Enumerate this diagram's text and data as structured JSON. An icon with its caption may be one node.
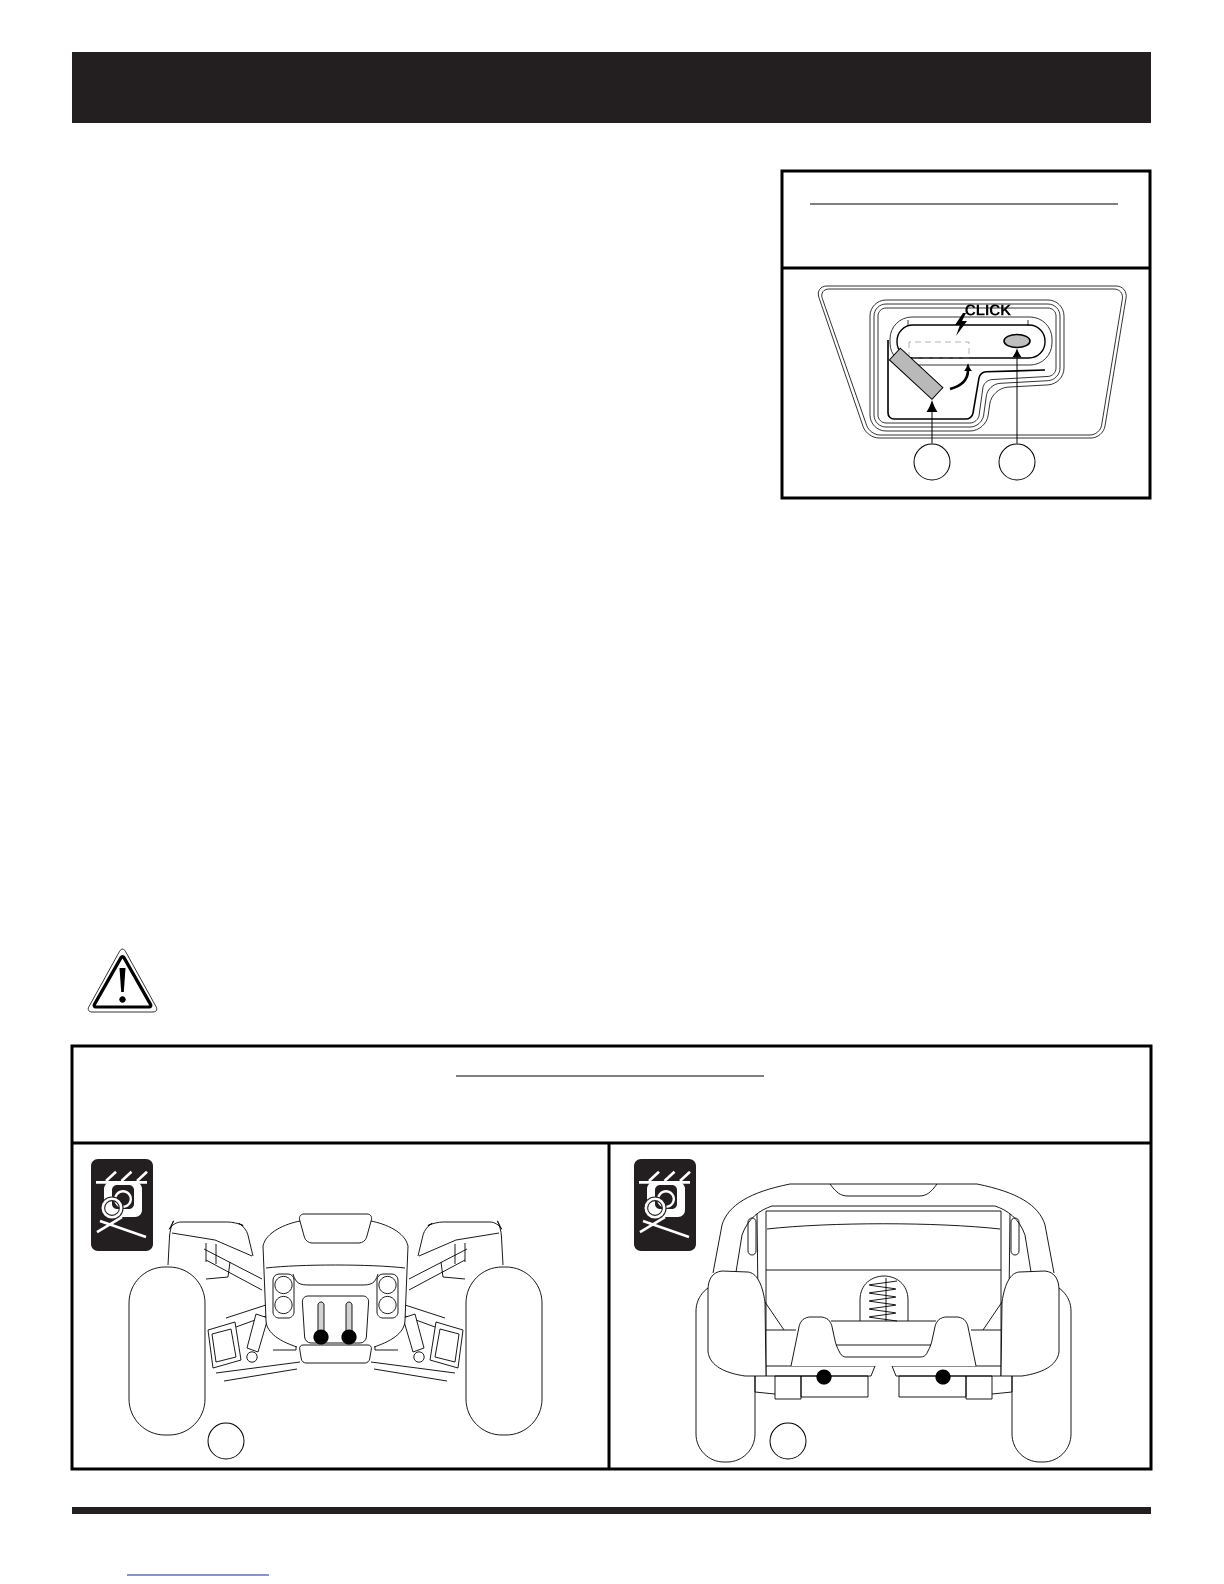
{
  "diagram": {
    "nodes": [
      {
        "text": [],
        "shape": "bar"
      },
      {
        "text": [],
        "shape": "oval"
      },
      {
        "text": [],
        "shape": "circle"
      },
      {
        "text": [],
        "shape": "circle"
      },
      {
        "text": [],
        "shape": "circle"
      },
      {
        "text": [],
        "shape": "circle"
      }
    ],
    "edges": [
      {
        "from": 2,
        "to": 0,
        "arrow": "to"
      },
      {
        "from": 3,
        "to": 1,
        "arrow": "to"
      }
    ],
    "labels": [
      "CLICK"
    ]
  }
}
